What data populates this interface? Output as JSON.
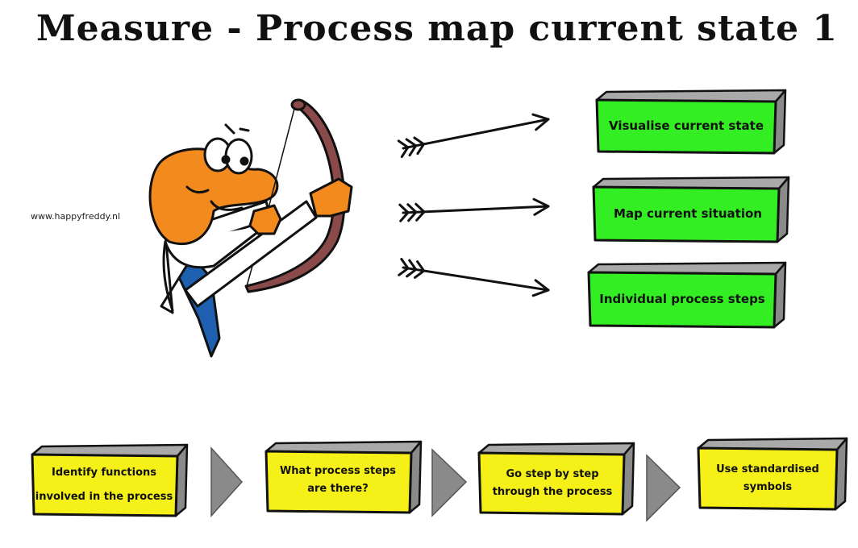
{
  "title": "Measure - Process map current state 1",
  "watermark": "www.happyfreddy.nl",
  "illustration": {
    "character": "archer-cartoon"
  },
  "colors": {
    "green_box": "#33ee22",
    "yellow_box": "#f5f018",
    "box_side": "#8a8a8a",
    "chevron": "#8a8a8a",
    "bow": "#8b4a4a",
    "skin": "#f28a1e",
    "pants": "#1e5fb0"
  },
  "goals": [
    {
      "label": "Visualise current state"
    },
    {
      "label": "Map current situation"
    },
    {
      "label": "Individual process steps"
    }
  ],
  "steps": [
    {
      "line1": "Identify functions",
      "line2": "involved in the process"
    },
    {
      "line1": "What process steps",
      "line2": "are there?"
    },
    {
      "line1": "Go step by step",
      "line2": "through the process"
    },
    {
      "line1": "Use standardised",
      "line2": "symbols"
    }
  ]
}
